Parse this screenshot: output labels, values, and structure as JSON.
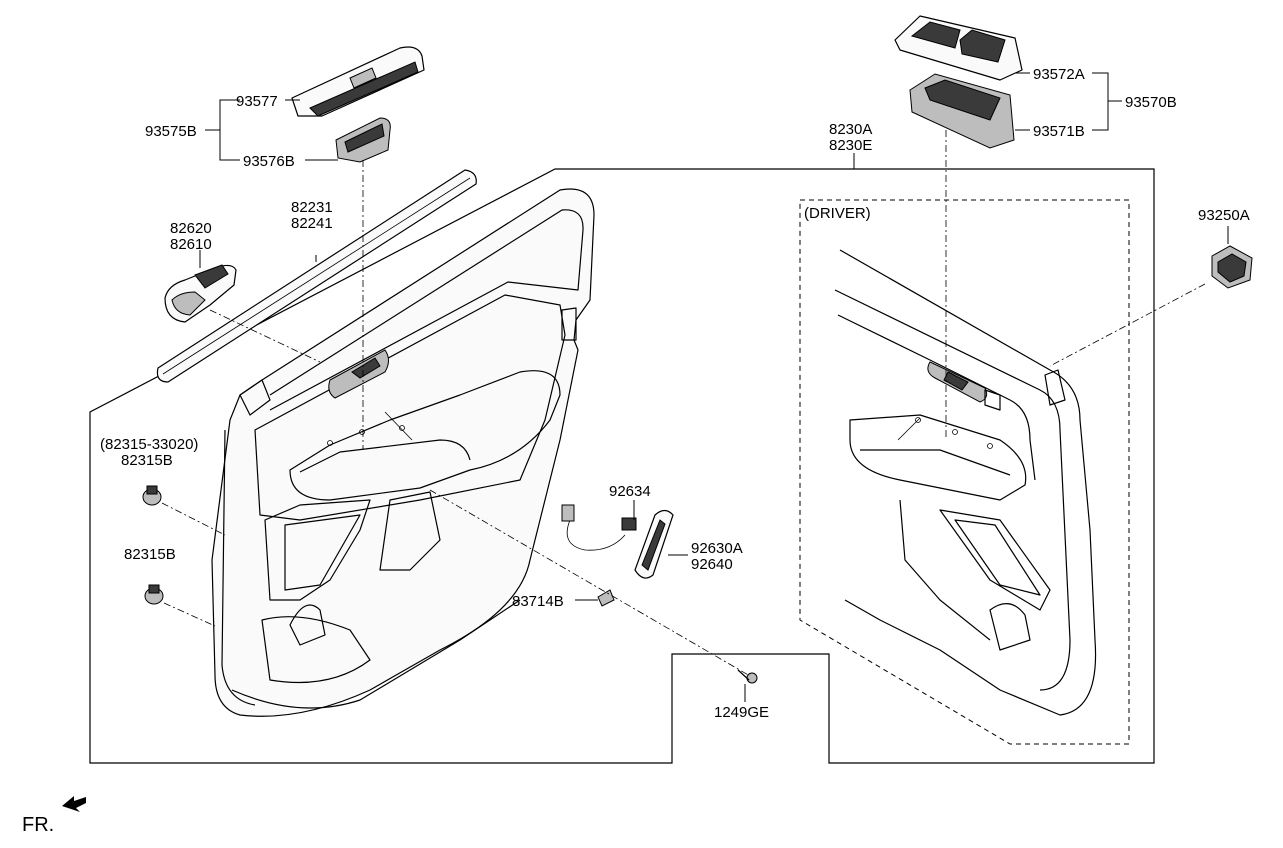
{
  "labels": {
    "p93577": "93577",
    "p93575B": "93575B",
    "p93576B": "93576B",
    "p93572A": "93572A",
    "p93570B": "93570B",
    "p93571B": "93571B",
    "p8230A": "8230A",
    "p8230E": "8230E",
    "p82231": "82231",
    "p82241": "82241",
    "p82620": "82620",
    "p82610": "82610",
    "driver": "(DRIVER)",
    "p93250A": "93250A",
    "p82315_33020": "(82315-33020)",
    "p82315B_a": "82315B",
    "p82315B_b": "82315B",
    "p92634": "92634",
    "p92630A": "92630A",
    "p92640": "92640",
    "p83714B": "83714B",
    "p1249GE": "1249GE",
    "fr": "FR."
  },
  "icons": {
    "direction_arrow": "front-direction-arrow-icon"
  }
}
